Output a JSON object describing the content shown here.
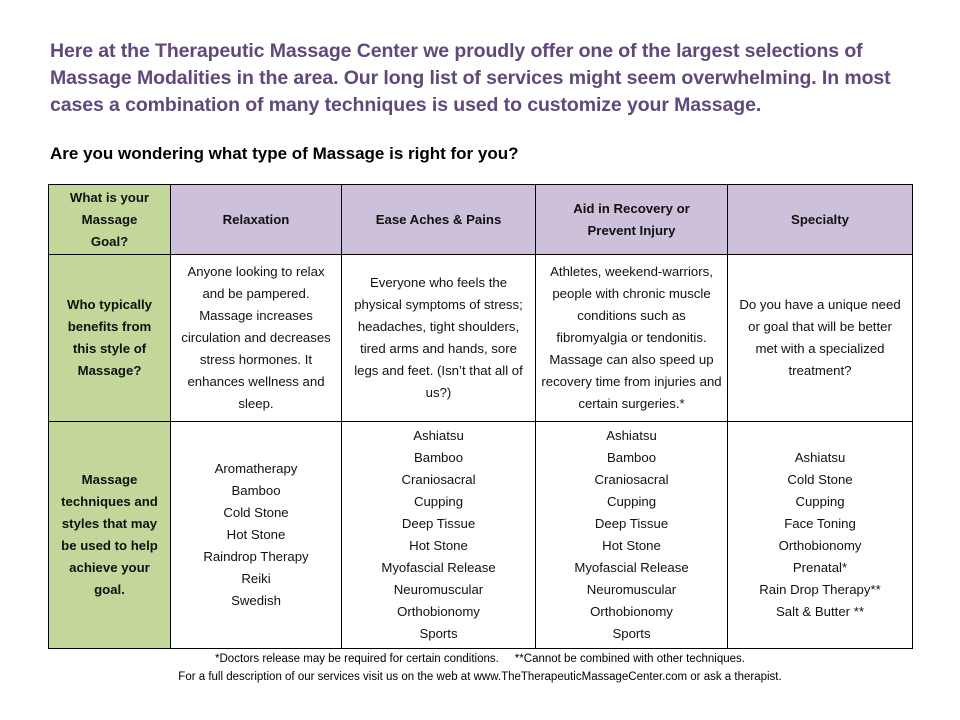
{
  "intro": "Here at the Therapeutic Massage Center we proudly offer one of the largest selections of Massage Modalities in the area. Our long list of services might seem overwhelming. In most cases a combination of many techniques is used to customize your Massage.",
  "question": "Are you wondering what type of Massage is right for you?",
  "colors": {
    "title": "#60497a",
    "row_header": "#c4d79b",
    "col_header": "#ccc0da"
  },
  "table": {
    "corner": "What is your Massage Goal?",
    "headers": [
      "Relaxation",
      "Ease Aches & Pains",
      "Aid in Recovery or Prevent Injury",
      "Specialty"
    ],
    "row_labels": [
      "Who typically benefits from this style of Massage?",
      "Massage techniques and styles that may be used to help achieve your goal."
    ],
    "benefits": [
      "Anyone looking to relax and be pampered. Massage increases circulation and decreases stress hormones. It enhances wellness and sleep.",
      "Everyone who feels the physical symptoms of stress; headaches, tight shoulders, tired arms and hands, sore legs and feet. (Isn’t that all of us?)",
      "Athletes, weekend-warriors, people with chronic muscle conditions such as fibromyalgia or tendonitis. Massage can also speed up recovery time from injuries and certain surgeries.*",
      "Do you have a unique need or goal that will be better met with a specialized treatment?"
    ],
    "techniques": [
      [
        "Aromatherapy",
        "Bamboo",
        "Cold Stone",
        "Hot Stone",
        "Raindrop Therapy",
        "Reiki",
        "Swedish"
      ],
      [
        "Ashiatsu",
        "Bamboo",
        "Craniosacral",
        "Cupping",
        "Deep Tissue",
        "Hot Stone",
        "Myofascial Release",
        "Neuromuscular",
        "Orthobionomy",
        "Sports"
      ],
      [
        "Ashiatsu",
        "Bamboo",
        "Craniosacral",
        "Cupping",
        "Deep Tissue",
        "Hot Stone",
        "Myofascial Release",
        "Neuromuscular",
        "Orthobionomy",
        "Sports"
      ],
      [
        "Ashiatsu",
        "Cold Stone",
        "Cupping",
        "Face Toning",
        "Orthobionomy",
        "Prenatal*",
        "Rain Drop Therapy**",
        "Salt & Butter **"
      ]
    ]
  },
  "footer": {
    "note": "*Doctors release may be required for certain conditions.     **Cannot be combined with other techniques.",
    "web": "For a full description of our services visit us on the web at www.TheTherapeuticMassageCenter.com or ask a therapist."
  }
}
